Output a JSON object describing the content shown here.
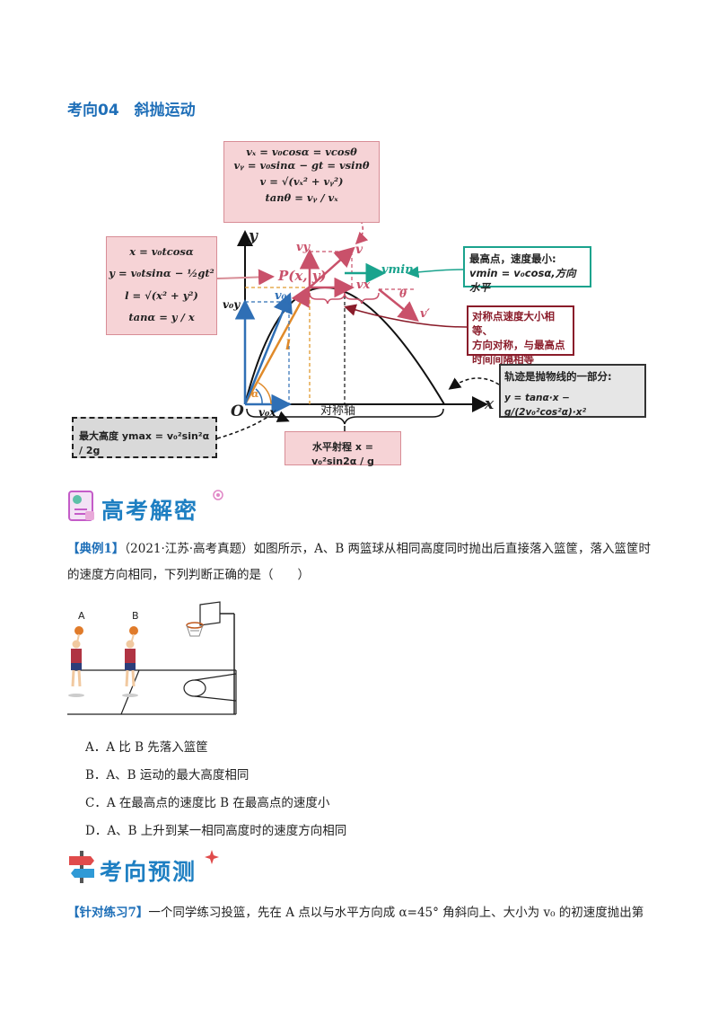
{
  "section_title": "考向04　斜抛运动",
  "diagram": {
    "box_velocity": [
      "vₓ = v₀cosα = vcosθ",
      "vᵧ = v₀sinα − gt = vsinθ",
      "v = √(vₓ² + vᵧ²)",
      "tanθ = vᵧ / vₓ"
    ],
    "box_position": [
      "x = v₀tcosα",
      "y = v₀tsinα − ½gt²",
      "l = √(x² + y²)",
      "tanα = y / x"
    ],
    "box_top_title": "最高点，速度最小:",
    "box_top_formula": "vmin = v₀cosα,方向水平",
    "box_symmetry": [
      "对称点速度大小相等、",
      "方向对称，与最高点",
      "时间间隔相等"
    ],
    "box_trajectory_title": "轨迹是抛物线的一部分:",
    "box_trajectory_formula": "y = tanα·x − g/(2v₀²cos²α)·x²",
    "box_max_height": "最大高度 ymax = v₀²sin²α / 2g",
    "box_range": "水平射程 x = v₀²sin2α / g",
    "label_axis_sym": "对称轴",
    "label_origin": "O",
    "label_x": "x",
    "label_y": "y",
    "label_P": "P(x, y)",
    "label_v": "v",
    "label_vx": "vx",
    "label_vy": "vy",
    "label_vmin": "vmin",
    "label_vprime": "v′",
    "label_v0": "v₀",
    "label_v0x": "v₀x",
    "label_v0y": "v₀y",
    "label_l": "l",
    "label_alpha": "α",
    "label_theta": "θ"
  },
  "banner1": "高考解密",
  "example": {
    "tag": "【典例1】",
    "text": "（2021·江苏·高考真题）如图所示，A、B 两篮球从相同高度同时抛出后直接落入篮筐，落入篮筐时的速度方向相同，下列判断正确的是（　　）",
    "fig_label_a": "A",
    "fig_label_b": "B",
    "options": [
      "A．A 比 B 先落入篮筐",
      "B．A、B 运动的最大高度相同",
      "C．A 在最高点的速度比 B 在最高点的速度小",
      "D．A、B 上升到某一相同高度时的速度方向相同"
    ]
  },
  "banner2": "考向预测",
  "practice": {
    "tag": "【针对练习7】",
    "text": "一个同学练习投篮，先在 A 点以与水平方向成 α=45° 角斜向上、大小为 v₀ 的初速度抛出第"
  }
}
